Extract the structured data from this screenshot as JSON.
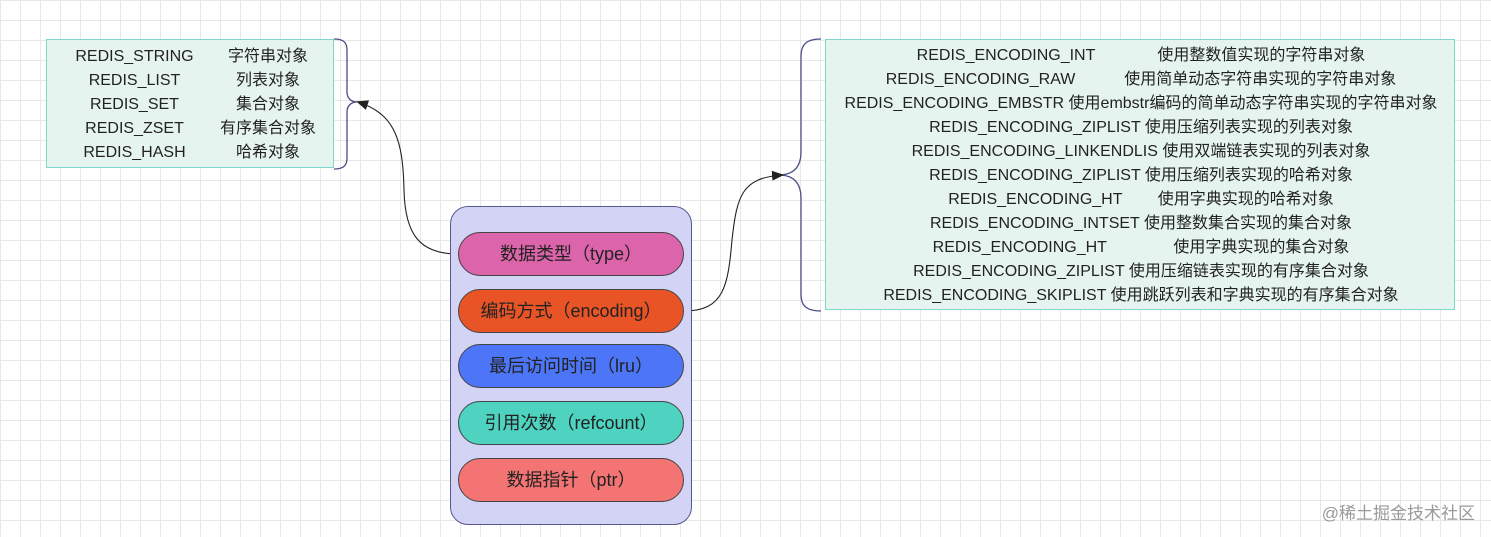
{
  "redis_object": {
    "fields": [
      {
        "label": "数据类型（type）",
        "color": "#dc64ab"
      },
      {
        "label": "编码方式（encoding）",
        "color": "#e85426"
      },
      {
        "label": "最后访问时间（lru）",
        "color": "#4c76f7"
      },
      {
        "label": "引用次数（refcount）",
        "color": "#4dd3c0"
      },
      {
        "label": "数据指针（ptr）",
        "color": "#f47474"
      }
    ],
    "card_color": "#d3d4f5"
  },
  "types": [
    {
      "name": "REDIS_STRING",
      "desc": "字符串对象"
    },
    {
      "name": "REDIS_LIST",
      "desc": "列表对象"
    },
    {
      "name": "REDIS_SET",
      "desc": "集合对象"
    },
    {
      "name": "REDIS_ZSET",
      "desc": "有序集合对象"
    },
    {
      "name": "REDIS_HASH",
      "desc": "哈希对象"
    }
  ],
  "encodings": [
    "REDIS_ENCODING_INT              使用整数值实现的字符串对象",
    "REDIS_ENCODING_RAW           使用简单动态字符串实现的字符串对象",
    "REDIS_ENCODING_EMBSTR 使用embstr编码的简单动态字符串实现的字符串对象",
    "REDIS_ENCODING_ZIPLIST 使用压缩列表实现的列表对象",
    "REDIS_ENCODING_LINKENDLIS 使用双端链表实现的列表对象",
    "REDIS_ENCODING_ZIPLIST 使用压缩列表实现的哈希对象",
    "REDIS_ENCODING_HT        使用字典实现的哈希对象",
    "REDIS_ENCODING_INTSET 使用整数集合实现的集合对象",
    "REDIS_ENCODING_HT               使用字典实现的集合对象",
    "REDIS_ENCODING_ZIPLIST 使用压缩链表实现的有序集合对象",
    "REDIS_ENCODING_SKIPLIST 使用跳跃列表和字典实现的有序集合对象"
  ],
  "box_colors": {
    "fill": "#e6f4f0",
    "border": "#7fd6c9"
  },
  "watermark": "@稀土掘金技术社区"
}
